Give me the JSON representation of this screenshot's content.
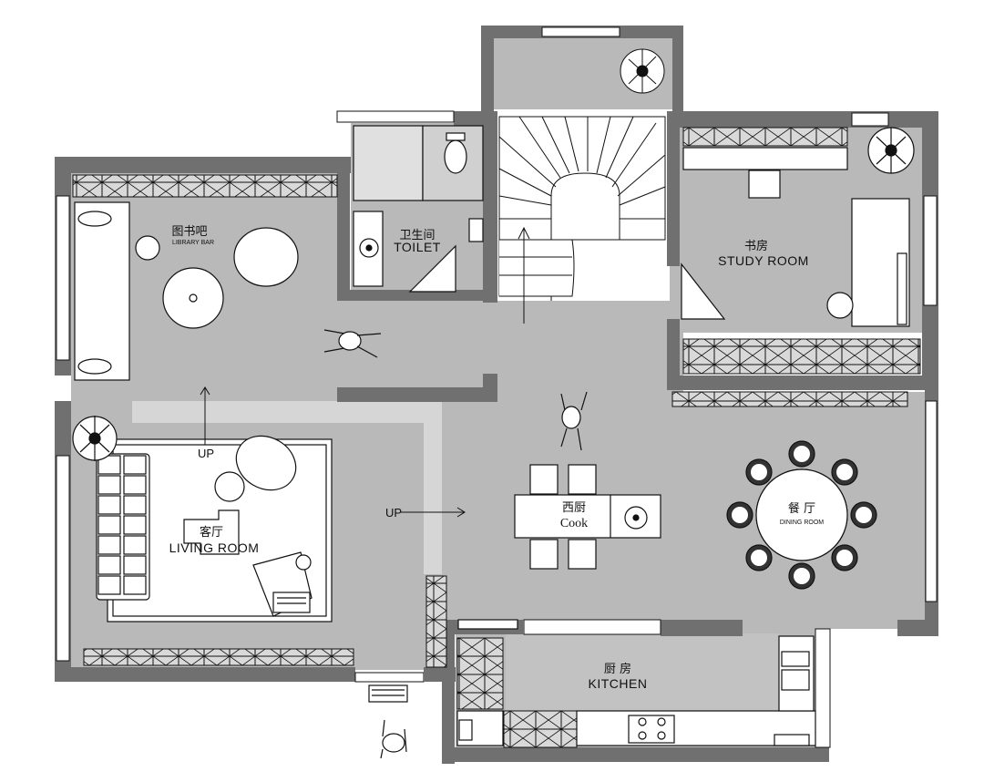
{
  "rooms": {
    "library_bar": {
      "cn": "图书吧",
      "en": "LIBRARY BAR"
    },
    "toilet": {
      "cn": "卫生间",
      "en": "TOILET"
    },
    "study_room": {
      "cn": "书房",
      "en": "STUDY ROOM"
    },
    "living_room": {
      "cn": "客厅",
      "en": "LIVING ROOM"
    },
    "western_kitchen": {
      "cn": "西厨",
      "en": "Cook"
    },
    "dining_room": {
      "cn": "餐 厅",
      "en": "DINING ROOM"
    },
    "kitchen": {
      "cn": "厨 房",
      "en": "KITCHEN"
    }
  },
  "markers": {
    "up_living": "UP",
    "up_center": "UP"
  },
  "colors": {
    "floor": "#b9b9b9",
    "wall": "#707070",
    "wall_dark": "#5a5a5a",
    "light": "#d6d6d6",
    "line": "#111111",
    "white": "#ffffff"
  },
  "icons": [
    "person-icon",
    "tree-icon",
    "sink-icon",
    "toilet-icon",
    "stove-icon",
    "chair-icon",
    "sofa-icon"
  ]
}
